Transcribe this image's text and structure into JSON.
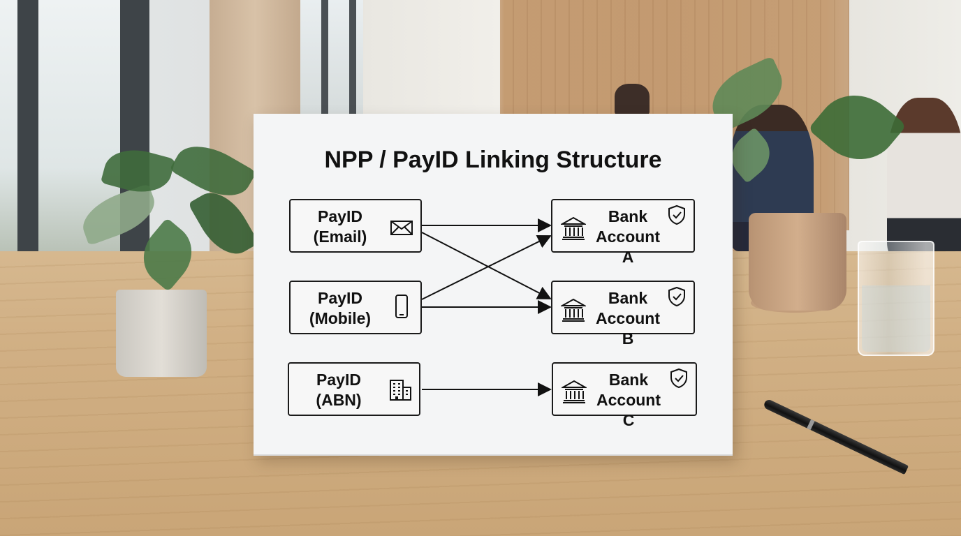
{
  "diagram": {
    "title": "NPP / PayID Linking Structure",
    "payids": [
      {
        "line1": "PayID",
        "line2": "(Email)",
        "icon": "envelope-icon"
      },
      {
        "line1": "PayID",
        "line2": "(Mobile)",
        "icon": "mobile-phone-icon"
      },
      {
        "line1": "PayID",
        "line2": "(ABN)",
        "icon": "office-building-icon"
      }
    ],
    "banks": [
      {
        "line1": "Bank",
        "line2": "Account A",
        "icon": "bank-icon",
        "badge": "shield-check-icon"
      },
      {
        "line1": "Bank",
        "line2": "Account B",
        "icon": "bank-icon",
        "badge": "shield-check-icon"
      },
      {
        "line1": "Bank",
        "line2": "Account C",
        "icon": "bank-icon",
        "badge": "shield-check-icon"
      }
    ],
    "links": [
      {
        "from": "PayID (Email)",
        "to": "Bank Account A"
      },
      {
        "from": "PayID (Email)",
        "to": "Bank Account B"
      },
      {
        "from": "PayID (Mobile)",
        "to": "Bank Account A"
      },
      {
        "from": "PayID (Mobile)",
        "to": "Bank Account B"
      },
      {
        "from": "PayID (ABN)",
        "to": "Bank Account C"
      }
    ]
  }
}
